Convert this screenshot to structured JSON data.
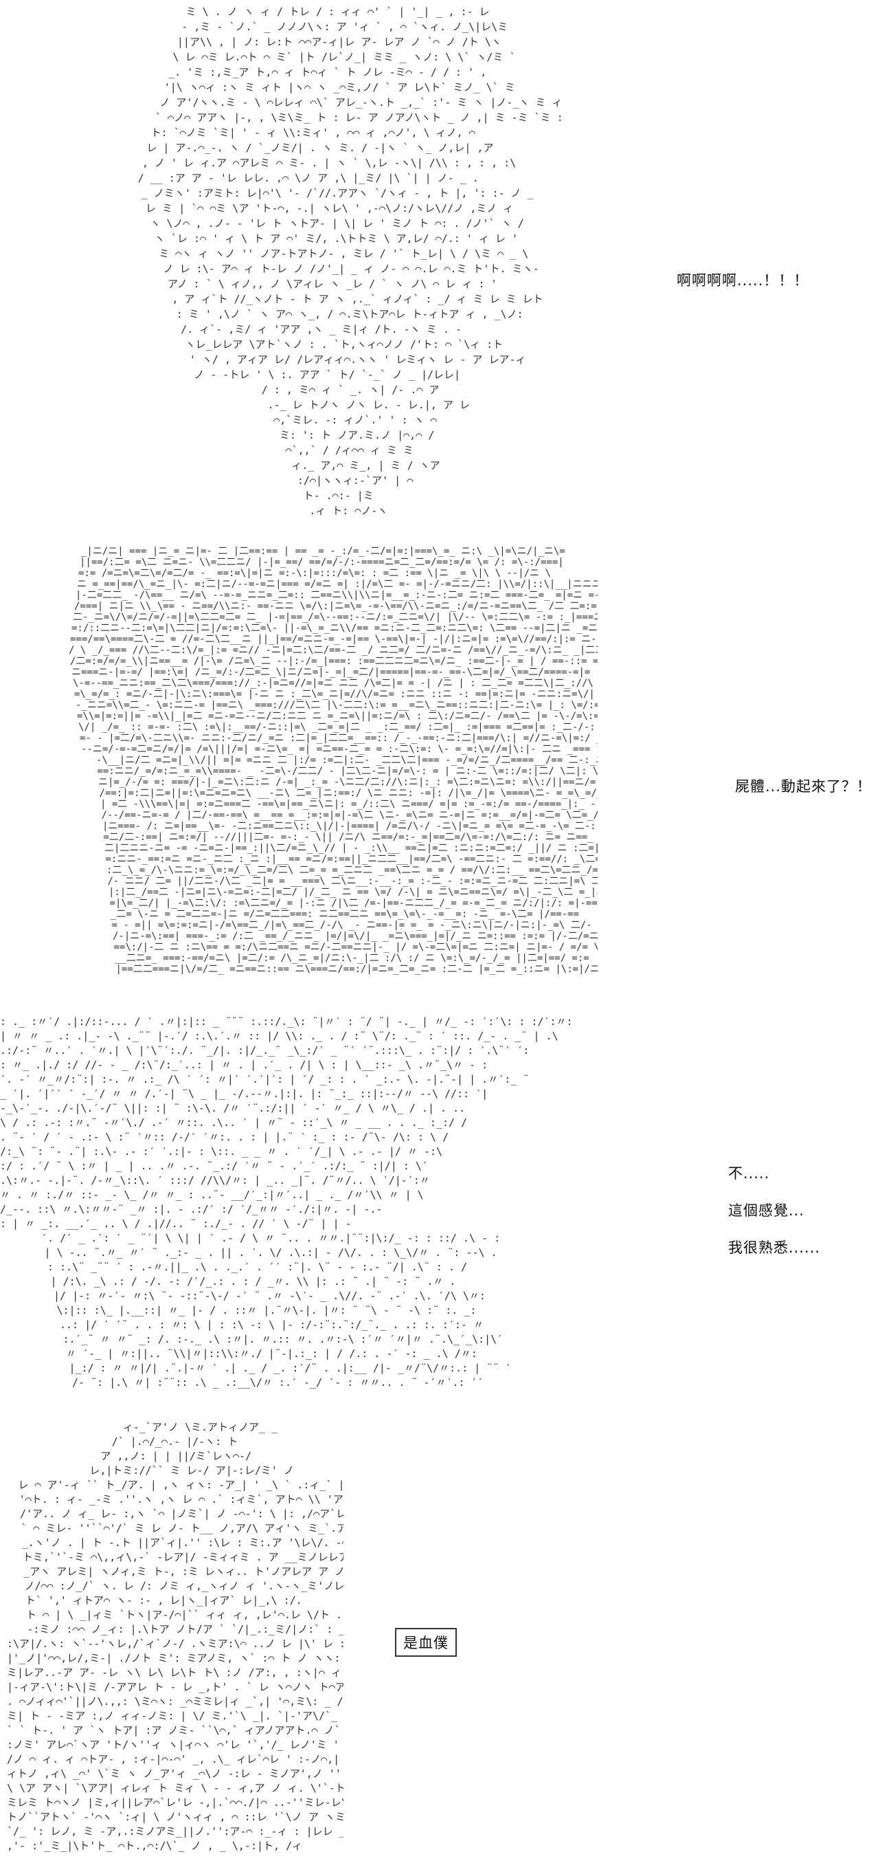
{
  "captions": {
    "scream": "啊啊啊啊.....！！！",
    "corpse_moved": "屍體...動起來了？！",
    "recognize": {
      "line1": "不.....",
      "line2": "這個感覺...",
      "line3": "我很熟悉......"
    },
    "identity": "是血僕"
  },
  "art": {
    "panel1": {
      "density": "medium",
      "subject": "woman-screaming-face"
    },
    "panel2": {
      "density": "heavy",
      "subject": "corpse-rising-shadow"
    },
    "panel3": {
      "density": "heavy",
      "subject": "hand-reaching-out"
    },
    "panel4": {
      "density": "medium",
      "subject": "armored-figure-crouching"
    }
  },
  "colors": {
    "ink": "#333333",
    "background": "#ffffff"
  }
}
